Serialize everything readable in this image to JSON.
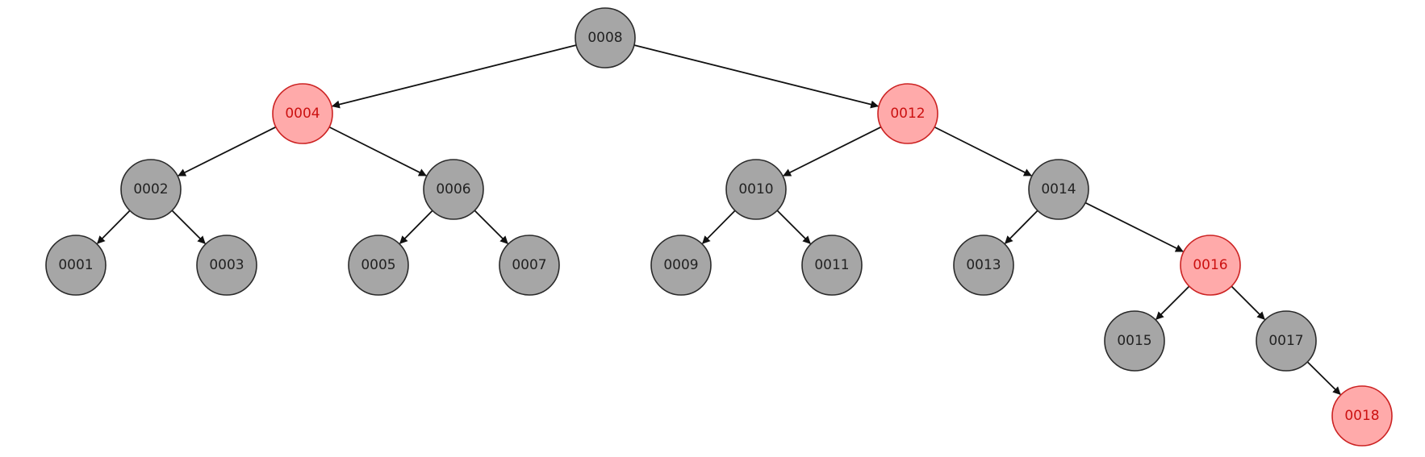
{
  "diagram": {
    "type": "red-black-tree",
    "colors": {
      "black_fill": "#a6a6a6",
      "black_stroke": "#2a2a2a",
      "black_text": "#222222",
      "red_fill": "#ffaaaa",
      "red_stroke": "#cc2222",
      "red_text": "#cc1111",
      "edge": "#111111"
    },
    "nodes": [
      {
        "id": "n8",
        "label": "0008",
        "color": "black"
      },
      {
        "id": "n4",
        "label": "0004",
        "color": "red"
      },
      {
        "id": "n12",
        "label": "0012",
        "color": "red"
      },
      {
        "id": "n2",
        "label": "0002",
        "color": "black"
      },
      {
        "id": "n6",
        "label": "0006",
        "color": "black"
      },
      {
        "id": "n10",
        "label": "0010",
        "color": "black"
      },
      {
        "id": "n14",
        "label": "0014",
        "color": "black"
      },
      {
        "id": "n1",
        "label": "0001",
        "color": "black"
      },
      {
        "id": "n3",
        "label": "0003",
        "color": "black"
      },
      {
        "id": "n5",
        "label": "0005",
        "color": "black"
      },
      {
        "id": "n7",
        "label": "0007",
        "color": "black"
      },
      {
        "id": "n9",
        "label": "0009",
        "color": "black"
      },
      {
        "id": "n11",
        "label": "0011",
        "color": "black"
      },
      {
        "id": "n13",
        "label": "0013",
        "color": "black"
      },
      {
        "id": "n16",
        "label": "0016",
        "color": "red"
      },
      {
        "id": "n15",
        "label": "0015",
        "color": "black"
      },
      {
        "id": "n17",
        "label": "0017",
        "color": "black"
      },
      {
        "id": "n18",
        "label": "0018",
        "color": "red"
      }
    ],
    "edges": [
      {
        "from": "n8",
        "to": "n4"
      },
      {
        "from": "n8",
        "to": "n12"
      },
      {
        "from": "n4",
        "to": "n2"
      },
      {
        "from": "n4",
        "to": "n6"
      },
      {
        "from": "n12",
        "to": "n10"
      },
      {
        "from": "n12",
        "to": "n14"
      },
      {
        "from": "n2",
        "to": "n1"
      },
      {
        "from": "n2",
        "to": "n3"
      },
      {
        "from": "n6",
        "to": "n5"
      },
      {
        "from": "n6",
        "to": "n7"
      },
      {
        "from": "n10",
        "to": "n9"
      },
      {
        "from": "n10",
        "to": "n11"
      },
      {
        "from": "n14",
        "to": "n13"
      },
      {
        "from": "n14",
        "to": "n16"
      },
      {
        "from": "n16",
        "to": "n15"
      },
      {
        "from": "n16",
        "to": "n17"
      },
      {
        "from": "n17",
        "to": "n18"
      }
    ]
  }
}
